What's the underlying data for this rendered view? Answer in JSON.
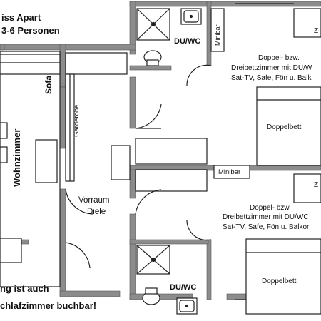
{
  "header": {
    "line1": "iss Apart",
    "line2": "3-6 Personen"
  },
  "rooms": {
    "sofa": "Sofa",
    "wohnzimmer": "Wohnzimmer",
    "garderobe": "Garderobe",
    "vorraum": "Vorraum",
    "diele": "Diele",
    "du_wc_top": "DU/WC",
    "du_wc_bottom": "DU/WC",
    "minibar_top": "Minibar",
    "minibar_mid": "Minibar",
    "bedroom_top": {
      "line1": "Doppel- bzw.",
      "line2": "Dreibettzimmer mit DU/W",
      "line3": "Sat-TV, Safe, Fön u. Balk",
      "bed": "Doppelbett"
    },
    "bedroom_bottom": {
      "line1": "Doppel- bzw.",
      "line2": "Dreibettzimmer mit DU/WC",
      "line3": "Sat-TV, Safe, Fön u. Balkor",
      "bed": "Doppelbett"
    },
    "z_top": "Z",
    "z_bottom": "Z"
  },
  "notes": {
    "line1": "ng ist auch",
    "line2": "chlafzimmer buchbar!"
  }
}
